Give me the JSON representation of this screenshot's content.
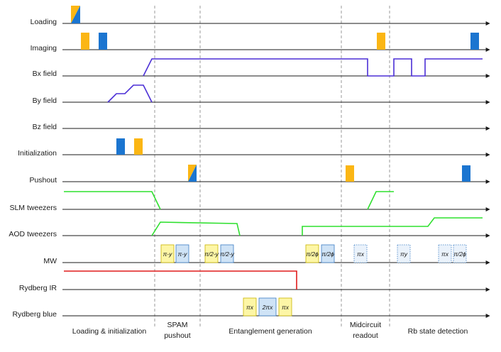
{
  "rows": [
    {
      "id": "loading",
      "label": "Loading"
    },
    {
      "id": "imaging",
      "label": "Imaging"
    },
    {
      "id": "bx",
      "label": "Bx field"
    },
    {
      "id": "by",
      "label": "By field"
    },
    {
      "id": "bz",
      "label": "Bz field"
    },
    {
      "id": "init",
      "label": "Initialization"
    },
    {
      "id": "pushout",
      "label": "Pushout"
    },
    {
      "id": "slm",
      "label": "SLM tweezers"
    },
    {
      "id": "aod",
      "label": "AOD tweezers"
    },
    {
      "id": "mw",
      "label": "MW"
    },
    {
      "id": "rydir",
      "label": "Rydberg IR"
    },
    {
      "id": "rydblue",
      "label": "Rydberg blue"
    }
  ],
  "phases": [
    {
      "line1": "Loading & initialization",
      "line2": ""
    },
    {
      "line1": "SPAM",
      "line2": "pushout"
    },
    {
      "line1": "Entanglement generation",
      "line2": ""
    },
    {
      "line1": "Midcircuit",
      "line2": "readout"
    },
    {
      "line1": "Rb state detection",
      "line2": ""
    }
  ],
  "mw_pulses": [
    {
      "text": "π-y",
      "style": "yellow"
    },
    {
      "text": "π-y",
      "style": "blue"
    },
    {
      "text": "π/2-y",
      "style": "yellow"
    },
    {
      "text": "π/2-y",
      "style": "blue"
    },
    {
      "text": "π/2ϕ",
      "style": "yellow"
    },
    {
      "text": "π/2ϕ",
      "style": "blue"
    },
    {
      "text": "πx",
      "style": "dotted"
    },
    {
      "text": "πy",
      "style": "dotted"
    },
    {
      "text": "πx",
      "style": "dotted"
    },
    {
      "text": "π/2ϕ",
      "style": "dotted"
    }
  ],
  "rydberg_pulses": [
    {
      "text": "πx",
      "style": "yellow"
    },
    {
      "text": "2πx",
      "style": "blue"
    },
    {
      "text": "πx",
      "style": "yellow"
    }
  ],
  "colors": {
    "yellow": "#fbb614",
    "blue": "#1b75d0",
    "light_yellow": "#fdf6a6",
    "light_blue": "#cfe3f6",
    "purple": "#4b2fd6",
    "green": "#2fe02f",
    "red": "#e01c1c",
    "axis": "#1a1a1a",
    "dash": "#999999"
  }
}
